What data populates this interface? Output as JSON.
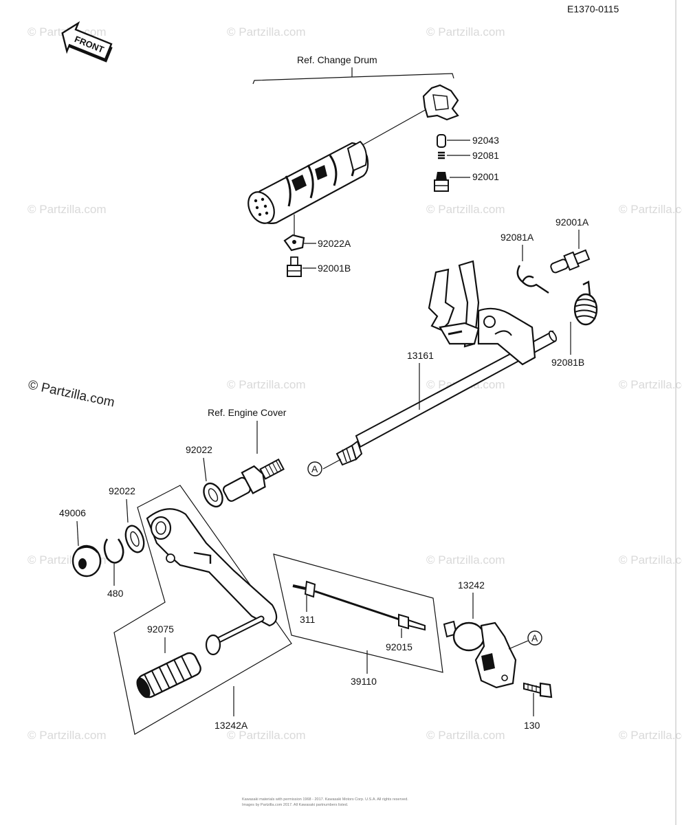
{
  "diagram_code": "E1370-0115",
  "front_label": "FRONT",
  "refs": {
    "change_drum": "Ref.  Change Drum",
    "engine_cover": "Ref.  Engine Cover"
  },
  "callout_A": "A",
  "parts": {
    "p92043": "92043",
    "p92081": "92081",
    "p92001": "92001",
    "p92022A": "92022A",
    "p92001B": "92001B",
    "p92081A": "92081A",
    "p92001A": "92001A",
    "p92081B": "92081B",
    "p13161": "13161",
    "p92022_upper": "92022",
    "p92022_lower": "92022",
    "p49006": "49006",
    "p480": "480",
    "p92075": "92075",
    "p13242A": "13242A",
    "p311": "311",
    "p92015": "92015",
    "p39110": "39110",
    "p13242": "13242",
    "p130": "130"
  },
  "watermark": "© Partzilla.com",
  "copyright_line1": "Kawasaki materials with permission 1968 - 2017. Kawasaki Motors Corp. U.S.A.  All rights reserved.",
  "copyright_line2": "Images by Partzilla.com 2017. All Kawasaki partnumbers listed."
}
